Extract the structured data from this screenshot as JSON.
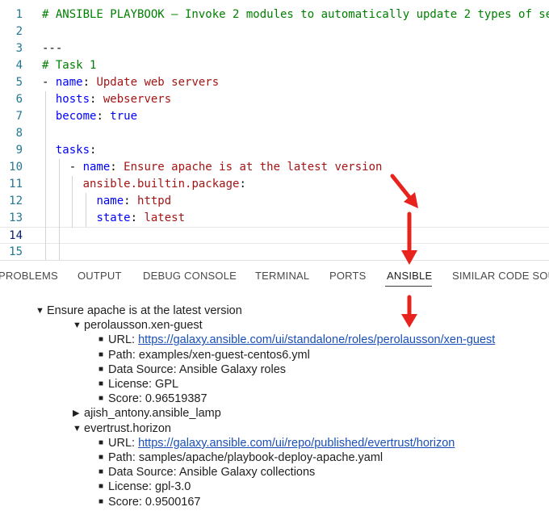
{
  "editor": {
    "lines": [
      {
        "n": "1",
        "parts": [
          {
            "t": "# ANSIBLE PLAYBOOK – Invoke 2 modules to automatically update 2 types of se",
            "c": "tk-comment"
          }
        ]
      },
      {
        "n": "2",
        "parts": []
      },
      {
        "n": "3",
        "parts": [
          {
            "t": "---",
            "c": "tk-dash"
          }
        ]
      },
      {
        "n": "4",
        "parts": [
          {
            "t": "# Task 1",
            "c": "tk-comment"
          }
        ]
      },
      {
        "n": "5",
        "parts": [
          {
            "t": "- ",
            "c": "tk-dash"
          },
          {
            "t": "name",
            "c": "tk-key"
          },
          {
            "t": ": ",
            "c": "tk-dash"
          },
          {
            "t": "Update web servers",
            "c": "tk-str"
          }
        ]
      },
      {
        "n": "6",
        "parts": [
          {
            "t": "  ",
            "c": "tk-dash"
          },
          {
            "t": "hosts",
            "c": "tk-key"
          },
          {
            "t": ": ",
            "c": "tk-dash"
          },
          {
            "t": "webservers",
            "c": "tk-str"
          }
        ]
      },
      {
        "n": "7",
        "parts": [
          {
            "t": "  ",
            "c": "tk-dash"
          },
          {
            "t": "become",
            "c": "tk-key"
          },
          {
            "t": ": ",
            "c": "tk-dash"
          },
          {
            "t": "true",
            "c": "tk-key"
          }
        ]
      },
      {
        "n": "8",
        "parts": []
      },
      {
        "n": "9",
        "parts": [
          {
            "t": "  ",
            "c": "tk-dash"
          },
          {
            "t": "tasks",
            "c": "tk-key"
          },
          {
            "t": ":",
            "c": "tk-dash"
          }
        ]
      },
      {
        "n": "10",
        "parts": [
          {
            "t": "    - ",
            "c": "tk-dash"
          },
          {
            "t": "name",
            "c": "tk-key"
          },
          {
            "t": ": ",
            "c": "tk-dash"
          },
          {
            "t": "Ensure apache is at the latest version",
            "c": "tk-str"
          }
        ]
      },
      {
        "n": "11",
        "parts": [
          {
            "t": "      ",
            "c": "tk-dash"
          },
          {
            "t": "ansible.builtin.package",
            "c": "tk-str"
          },
          {
            "t": ":",
            "c": "tk-dash"
          }
        ]
      },
      {
        "n": "12",
        "parts": [
          {
            "t": "        ",
            "c": "tk-dash"
          },
          {
            "t": "name",
            "c": "tk-key"
          },
          {
            "t": ": ",
            "c": "tk-dash"
          },
          {
            "t": "httpd",
            "c": "tk-str"
          }
        ]
      },
      {
        "n": "13",
        "parts": [
          {
            "t": "        ",
            "c": "tk-dash"
          },
          {
            "t": "state",
            "c": "tk-key"
          },
          {
            "t": ": ",
            "c": "tk-dash"
          },
          {
            "t": "latest",
            "c": "tk-str"
          }
        ]
      },
      {
        "n": "14",
        "parts": []
      },
      {
        "n": "15",
        "parts": []
      }
    ],
    "current_line": "14"
  },
  "tabs": [
    {
      "label": "PROBLEMS"
    },
    {
      "label": "OUTPUT"
    },
    {
      "label": "DEBUG CONSOLE"
    },
    {
      "label": "TERMINAL"
    },
    {
      "label": "PORTS"
    },
    {
      "label": "ANSIBLE"
    },
    {
      "label": "SIMILAR CODE SOU"
    }
  ],
  "active_tab": "ANSIBLE",
  "tree": {
    "root": {
      "label": "Ensure apache is at the latest version",
      "expanded": true
    },
    "roles": [
      {
        "name": "perolausson.xen-guest",
        "expanded": true,
        "details": [
          {
            "label": "URL: ",
            "value": "https://galaxy.ansible.com/ui/standalone/roles/perolausson/xen-guest",
            "link": true
          },
          {
            "label": "",
            "value": "Path: examples/xen-guest-centos6.yml",
            "link": false
          },
          {
            "label": "",
            "value": "Data Source: Ansible Galaxy roles",
            "link": false
          },
          {
            "label": "",
            "value": "License: GPL",
            "link": false
          },
          {
            "label": "",
            "value": "Score: 0.96519387",
            "link": false
          }
        ]
      },
      {
        "name": "ajish_antony.ansible_lamp",
        "expanded": false,
        "details": []
      },
      {
        "name": "evertrust.horizon",
        "expanded": true,
        "details": [
          {
            "label": "URL: ",
            "value": "https://galaxy.ansible.com/ui/repo/published/evertrust/horizon",
            "link": true
          },
          {
            "label": "",
            "value": "Path: samples/apache/playbook-deploy-apache.yaml",
            "link": false
          },
          {
            "label": "",
            "value": "Data Source: Ansible Galaxy collections",
            "link": false
          },
          {
            "label": "",
            "value": "License: gpl-3.0",
            "link": false
          },
          {
            "label": "",
            "value": "Score: 0.9500167",
            "link": false
          }
        ]
      }
    ]
  },
  "glyphs": {
    "expanded": "▼",
    "collapsed": "▶",
    "bullet": "■"
  },
  "colors": {
    "annotation_arrow": "#e8231e",
    "link": "#1a4fb8",
    "comment": "#008000",
    "key": "#0000ff",
    "string": "#a31515"
  },
  "icons": [
    "red-arrow-icon",
    "expanded-triangle-icon",
    "collapsed-triangle-icon",
    "bullet-icon"
  ]
}
